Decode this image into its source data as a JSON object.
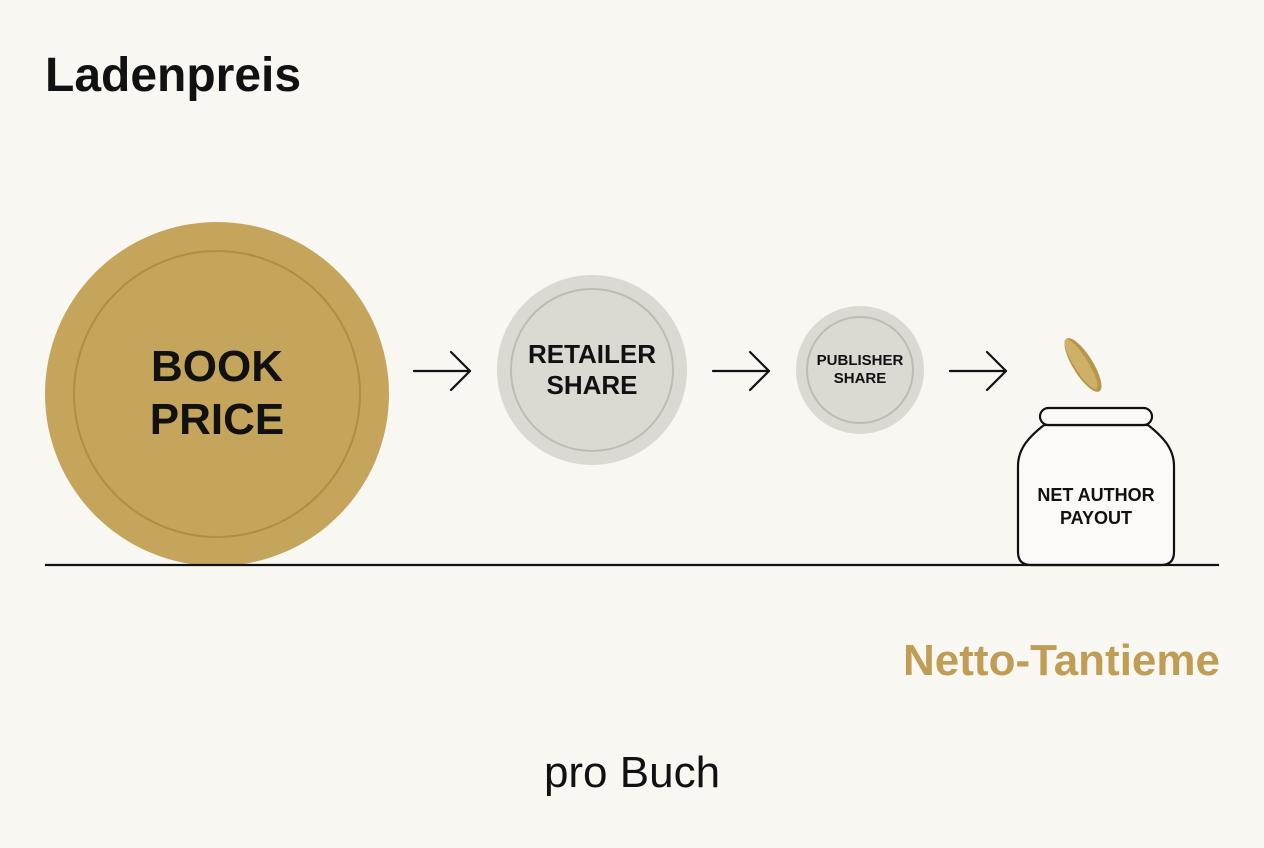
{
  "title": "Ladenpreis",
  "flow": [
    {
      "id": "book",
      "label": "BOOK\nPRICE"
    },
    {
      "id": "retailer",
      "label": "RETAILER\nSHARE"
    },
    {
      "id": "publisher",
      "label": "PUBLISHER\nSHARE"
    }
  ],
  "jar": {
    "label": "NET AUTHOR\nPAYOUT"
  },
  "result": {
    "label": "Netto-Tantieme"
  },
  "footer": "pro Buch",
  "colors": {
    "gold": "#c5a55c",
    "gold_ring": "#ad8d47",
    "silver": "#dcd9d2",
    "accent_text": "#bf9d54",
    "ink": "#111111",
    "background": "#f8f7f2"
  },
  "icons": [
    "arrow-right-icon",
    "falling-coin-icon",
    "jar-icon"
  ]
}
